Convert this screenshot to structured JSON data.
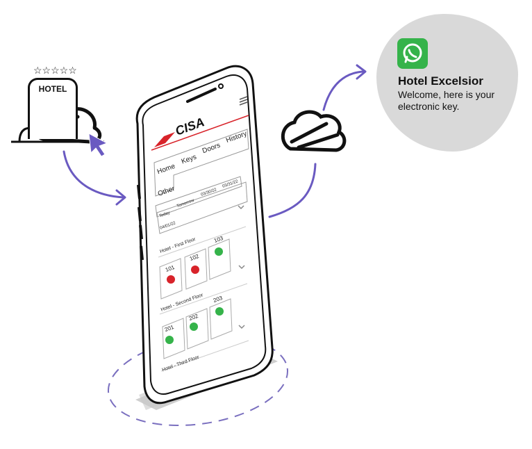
{
  "hotel_sign": {
    "label": "HOTEL",
    "stars": "☆☆☆☆☆"
  },
  "message": {
    "app_icon": "whatsapp-icon",
    "title": "Hotel Excelsior",
    "body": "Welcome, here is your electronic key."
  },
  "app": {
    "brand": "CISA",
    "tabs": [
      "Home",
      "Keys",
      "Doors",
      "History",
      "Other"
    ],
    "dates": [
      "Today",
      "Tomorrow",
      "03/30/22",
      "03/31/22",
      "04/01/22"
    ],
    "floors": [
      {
        "name": "Hotel - First Floor",
        "rooms": [
          {
            "number": "101",
            "status": "occupied"
          },
          {
            "number": "102",
            "status": "occupied"
          },
          {
            "number": "103",
            "status": "free"
          }
        ]
      },
      {
        "name": "Hotel - Second Floor",
        "rooms": [
          {
            "number": "201",
            "status": "free"
          },
          {
            "number": "202",
            "status": "free"
          },
          {
            "number": "203",
            "status": "free"
          }
        ]
      },
      {
        "name": "Hotel - Third Floor",
        "rooms": []
      }
    ]
  },
  "colors": {
    "accent": "#6a5ac1",
    "brand_red": "#d8232a",
    "status_free": "#35b34a",
    "status_occupied": "#d8232a",
    "bubble": "#d9d9d9"
  }
}
